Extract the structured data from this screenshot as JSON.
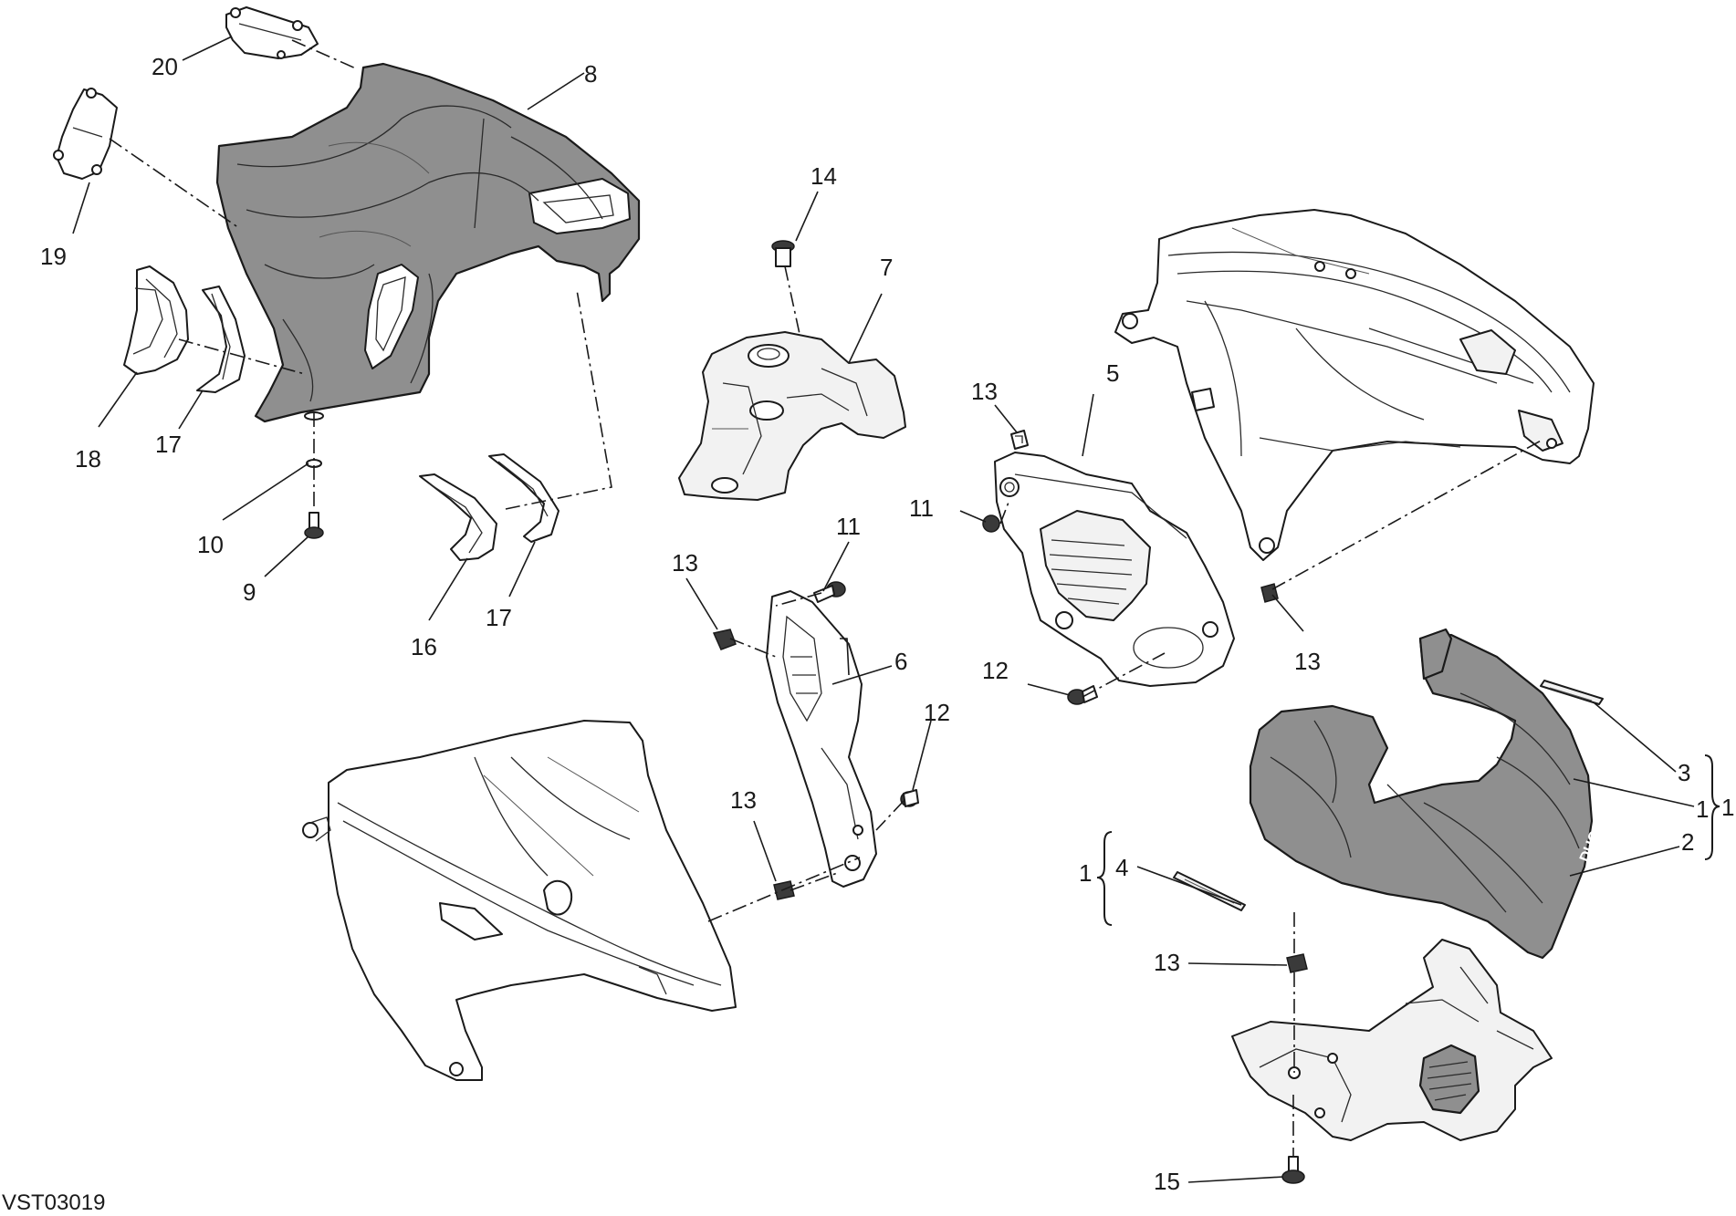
{
  "drawing_code": "VST03019",
  "callouts": {
    "c1_right": "1",
    "c1_left": "1",
    "c2": "2",
    "c3": "3",
    "c4": "4",
    "c5": "5",
    "c6": "6",
    "c7": "7",
    "c8": "8",
    "c9": "9",
    "c10": "10",
    "c11_top": "11",
    "c11_left": "11",
    "c12_mid": "12",
    "c12_right": "12",
    "c13_top": "13",
    "c13_mid": "13",
    "c13_low": "13",
    "c13_right": "13",
    "c13_bottom": "13",
    "c14": "14",
    "c15": "15",
    "c16": "16",
    "c17_left": "17",
    "c17_right": "17",
    "c18": "18",
    "c19": "19",
    "c20": "20"
  },
  "decal_text": "DUCATI"
}
